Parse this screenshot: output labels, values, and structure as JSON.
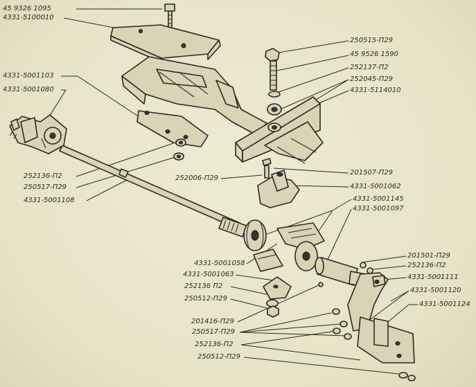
{
  "labels": {
    "l01": "45 9326 1095",
    "l02": "4331-5100010",
    "l03": "250515-П29",
    "l04": "45 9526 1590",
    "l05": "252137-П2",
    "l06": "252045-П29",
    "l07": "4331-5114010",
    "l08": "4331-5001103",
    "l09": "4331-5001080",
    "l10": "252136-П2",
    "l11": "250517-П29",
    "l12": "4331-5001108",
    "l13": "201507-П29",
    "l14": "252006-П29",
    "l15": "4331-5001062",
    "l16": "4331-5001145",
    "l17": "4331-5001097",
    "l18": "4331-5001058",
    "l19": "4331-5001063",
    "l20": "252136 П2",
    "l21": "250512-П29",
    "l22": "201501-П29",
    "l23": "252136-П2",
    "l24": "4331-5001111",
    "l25": "4331-5001120",
    "l26": "4331-5001124",
    "l27": "201416-П29",
    "l28": "250517-П29",
    "l29": "252136-П2",
    "l30": "250512-П29"
  }
}
